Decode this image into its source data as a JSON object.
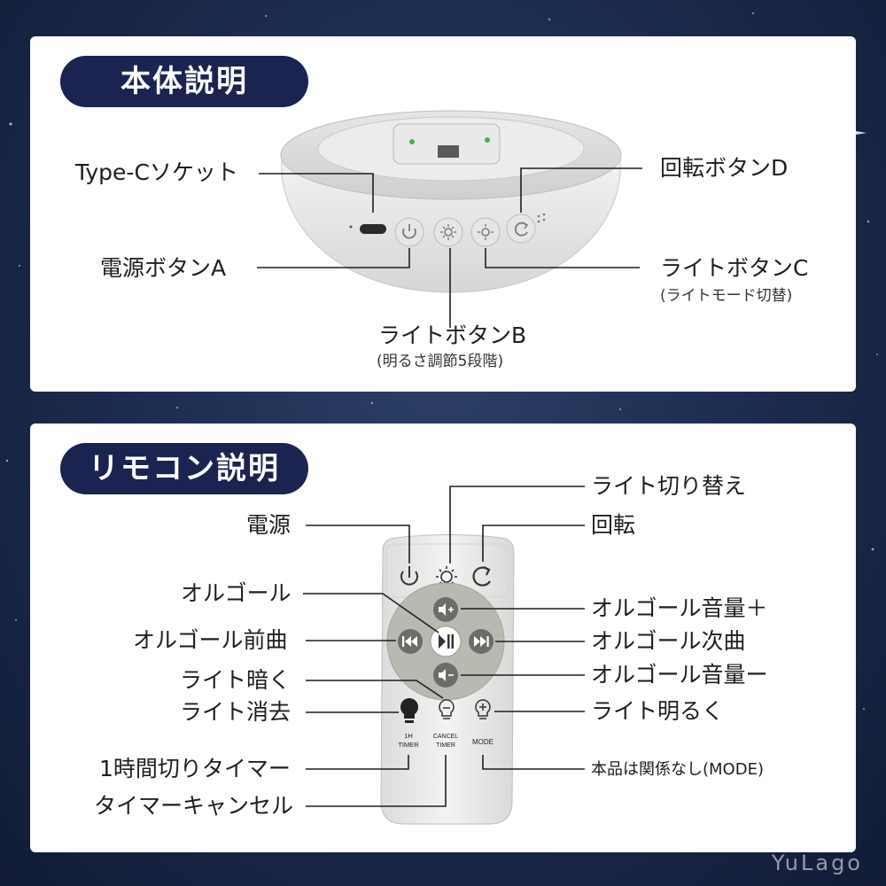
{
  "sections": {
    "body_title": "本体説明",
    "remote_title": "リモコン説明"
  },
  "body_labels": {
    "type_c": "Type-Cソケット",
    "rotate_d": "回転ボタンD",
    "power_a": "電源ボタンA",
    "light_c": "ライトボタンC",
    "light_c_sub": "(ライトモード切替)",
    "light_b": "ライトボタンB",
    "light_b_sub": "(明るさ調節5段階)"
  },
  "remote_labels": {
    "light_switch": "ライト切り替え",
    "power": "電源",
    "rotate": "回転",
    "music": "オルゴール",
    "volume_up": "オルゴール音量＋",
    "prev": "オルゴール前曲",
    "next": "オルゴール次曲",
    "volume_down": "オルゴール音量ー",
    "light_dim": "ライト暗く",
    "light_off": "ライト消去",
    "light_bright": "ライト明るく",
    "timer_1h": "1時間切りタイマー",
    "timer_cancel": "タイマーキャンセル",
    "mode_note": "本品は関係なし(MODE)"
  },
  "remote_buttons": {
    "timer_1h_line1": "1H",
    "timer_1h_line2": "TIMER",
    "cancel_line1": "CANCEL",
    "cancel_line2": "TIMER",
    "mode": "MODE"
  },
  "watermark": "YuLago",
  "colors": {
    "navy": "#1b2450",
    "background": "#1b2a4c",
    "remote_dial": "#b9b9b2",
    "remote_body": "#ececea"
  }
}
